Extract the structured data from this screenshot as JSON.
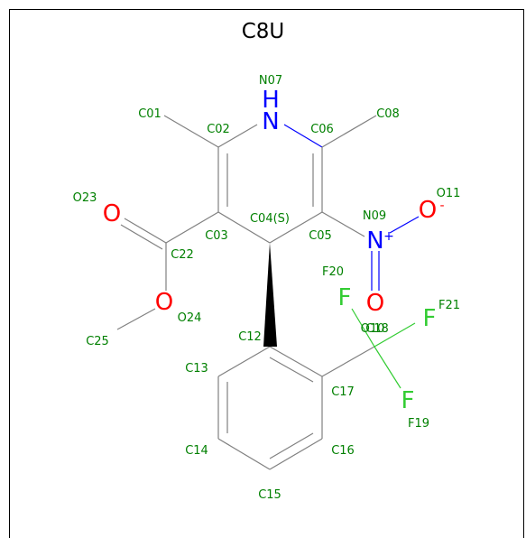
{
  "title": "C8U",
  "colors": {
    "carbon_bond": "#808080",
    "oxygen": "#ff0000",
    "nitrogen": "#0000ff",
    "fluorine": "#33cc33",
    "label": "#008000"
  },
  "atom_labels": {
    "N07": "N07",
    "C01": "C01",
    "C02": "C02",
    "C06": "C06",
    "C08": "C08",
    "O23": "O23",
    "C03": "C03",
    "C04": "C04(S)",
    "C05": "C05",
    "N09": "N09",
    "O11": "O11",
    "C22": "C22",
    "F20": "F20",
    "F21": "F21",
    "O24": "O24",
    "C18": "C18",
    "O10": "O10",
    "C25": "C25",
    "C12": "C12",
    "C13": "C13",
    "C17": "C17",
    "F19": "F19",
    "C14": "C14",
    "C16": "C16",
    "C15": "C15"
  },
  "element_symbols": {
    "N07": "N",
    "H07": "H",
    "N09": "N",
    "O23": "O",
    "O24": "O",
    "O10": "O",
    "O11": "O",
    "F20": "F",
    "F21": "F",
    "F19": "F"
  },
  "charges": {
    "N09": "+",
    "O11": "-"
  }
}
